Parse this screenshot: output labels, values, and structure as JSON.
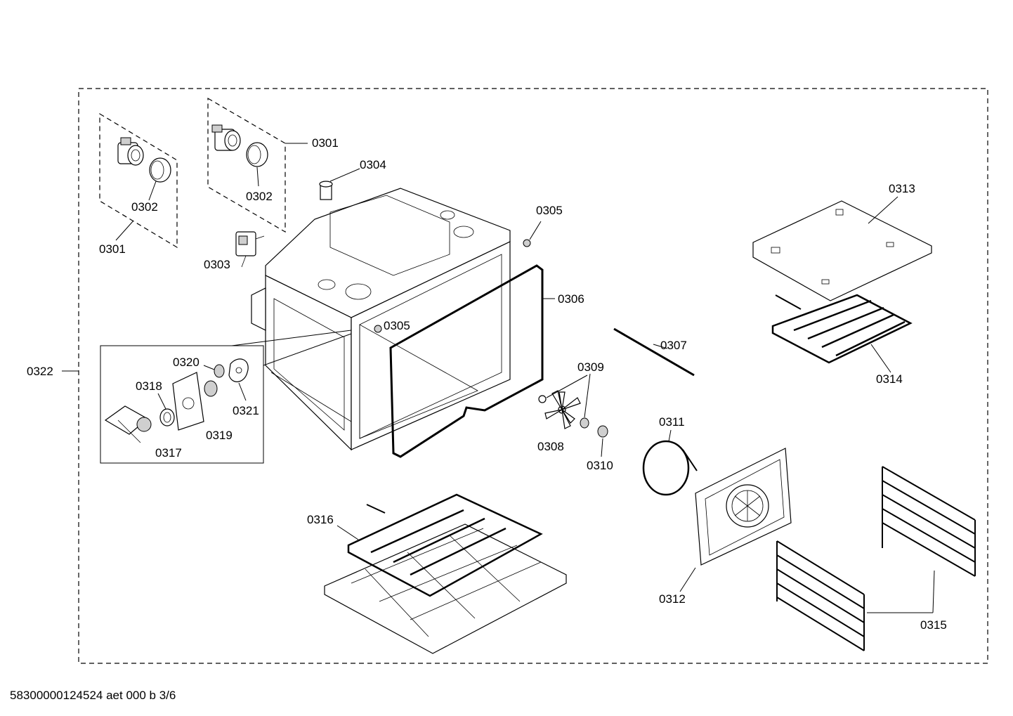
{
  "labels": {
    "p0301a": "0301",
    "p0301b": "0301",
    "p0302a": "0302",
    "p0302b": "0302",
    "p0303": "0303",
    "p0304": "0304",
    "p0305a": "0305",
    "p0305b": "0305",
    "p0306": "0306",
    "p0307": "0307",
    "p0308": "0308",
    "p0309": "0309",
    "p0310": "0310",
    "p0311": "0311",
    "p0312": "0312",
    "p0313": "0313",
    "p0314": "0314",
    "p0315": "0315",
    "p0316": "0316",
    "p0317": "0317",
    "p0318": "0318",
    "p0319": "0319",
    "p0320": "0320",
    "p0321": "0321",
    "p0322": "0322"
  },
  "footer": "58300000124524 aet 000 b 3/6"
}
